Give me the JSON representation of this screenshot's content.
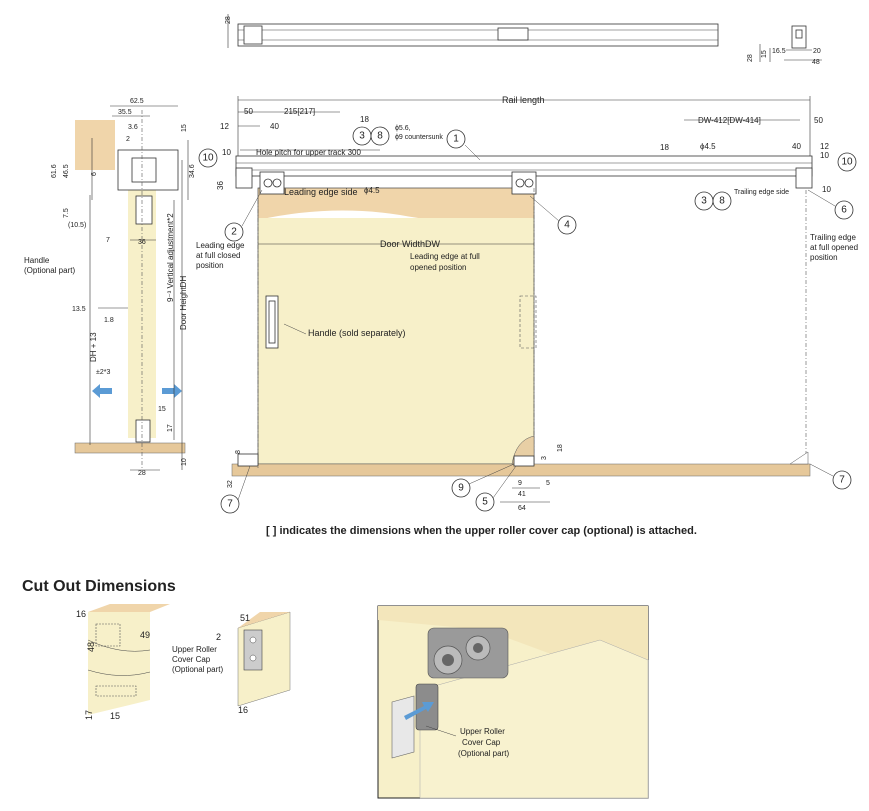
{
  "top_strip": {
    "dims": [
      "28",
      "28",
      "15",
      "16.5",
      "20",
      "48"
    ]
  },
  "front_view": {
    "rail_length": "Rail length",
    "dims_left": [
      "50",
      "215[217]",
      "12",
      "40",
      "10",
      "18",
      "36"
    ],
    "dims_right": [
      "DW-412[DW-414]",
      "50",
      "18",
      "ϕ4.5",
      "40",
      "12",
      "10",
      "10"
    ],
    "hole_pitch": "Hole pitch for upper track 300",
    "countersunk": [
      "ϕ5.6,",
      "ϕ9 countersunk"
    ],
    "leading_edge_side": "Leading edge side",
    "phi45": "ϕ4.5",
    "trailing_edge_side": "Trailing edge side",
    "door_width": "Door WidthDW",
    "leading_closed": [
      "Leading edge",
      "at full closed",
      "position"
    ],
    "leading_opened": [
      "Leading edge at full",
      "opened position"
    ],
    "trailing_opened": [
      "Trailing edge",
      "at full opened",
      "position"
    ],
    "handle_sold": "Handle (sold separately)",
    "bottom_dims": [
      "8",
      "32",
      "3",
      "18",
      "9",
      "5",
      "41",
      "64"
    ]
  },
  "side_view": {
    "top_dims": [
      "62.5",
      "35.5",
      "3.6",
      "2",
      "15"
    ],
    "left_dims": [
      "61.6",
      "46.5",
      "6",
      "7.5",
      "(10.5)",
      "7",
      "36",
      "13.5",
      "1.8"
    ],
    "right_dims": [
      "34.6",
      "Door HeightDH",
      "9⁻³ Vertical adjustment*2"
    ],
    "dh13": "DH + 13",
    "pm2": "±2*3",
    "handle": [
      "Handle",
      "(Optional part)"
    ],
    "bottom_dims": [
      "15",
      "17",
      "10",
      "28"
    ]
  },
  "callouts": [
    "1",
    "2",
    "3",
    "8",
    "3",
    "8",
    "4",
    "5",
    "6",
    "7",
    "7",
    "9",
    "10",
    "10"
  ],
  "note": "[ ] indicates the dimensions when the upper roller cover cap (optional) is attached.",
  "cutout": {
    "heading": "Cut Out Dimensions",
    "left_dims": [
      "16",
      "48",
      "49",
      "17",
      "15"
    ],
    "mid_dims": [
      "51",
      "2",
      "16"
    ],
    "cap_label": [
      "Upper Roller",
      "Cover Cap",
      "(Optional part)"
    ]
  },
  "photo": {
    "cap_label": [
      "Upper Roller",
      "Cover Cap",
      "(Optional part)"
    ]
  },
  "colors": {
    "door": "#f7f0c9",
    "wood": "#f0d5aa",
    "arrow": "#5b9bd5"
  }
}
